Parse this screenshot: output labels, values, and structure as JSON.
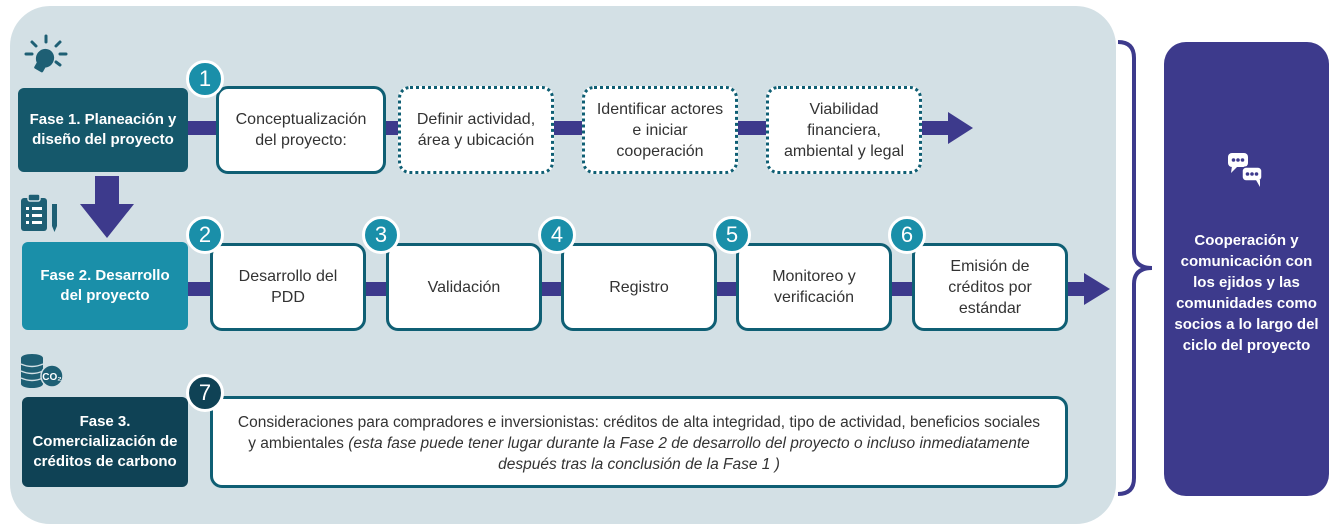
{
  "phases": [
    {
      "label": "Fase 1. Planeación y diseño del proyecto",
      "icon": "lightbulb-icon"
    },
    {
      "label": "Fase 2. Desarrollo del proyecto",
      "icon": "clipboard-checklist-icon"
    },
    {
      "label": "Fase 3. Comercialización de créditos de carbono",
      "icon": "carbon-coins-icon"
    }
  ],
  "row1": {
    "number": "1",
    "steps": [
      "Conceptualización del proyecto:",
      "Definir actividad, área y ubicación",
      "Identificar actores e iniciar cooperación",
      "Viabilidad financiera, ambiental y legal"
    ]
  },
  "row2": {
    "steps": [
      {
        "number": "2",
        "label": "Desarrollo del PDD"
      },
      {
        "number": "3",
        "label": "Validación"
      },
      {
        "number": "4",
        "label": "Registro"
      },
      {
        "number": "5",
        "label": "Monitoreo y verificación"
      },
      {
        "number": "6",
        "label": "Emisión de créditos por estándar"
      }
    ]
  },
  "row3": {
    "number": "7",
    "text": "Consideraciones para compradores e inversionistas: créditos de alta integridad, tipo de actividad, beneficios sociales y ambientales",
    "note": "(esta fase puede tener lugar durante la Fase 2 de desarrollo del proyecto o incluso inmediatamente después tras la conclusión de la Fase 1 )"
  },
  "side": {
    "icon": "chat-bubbles-icon",
    "text": "Cooperación y comunicación con los ejidos y las comunidades como socios a lo largo del ciclo del proyecto"
  },
  "colors": {
    "phase1": "#15586b",
    "phase2": "#1a8fa9",
    "phase3": "#0f4255",
    "arrow": "#3d3a8c",
    "panel": "#d3e0e5",
    "side": "#3d3a8c"
  }
}
